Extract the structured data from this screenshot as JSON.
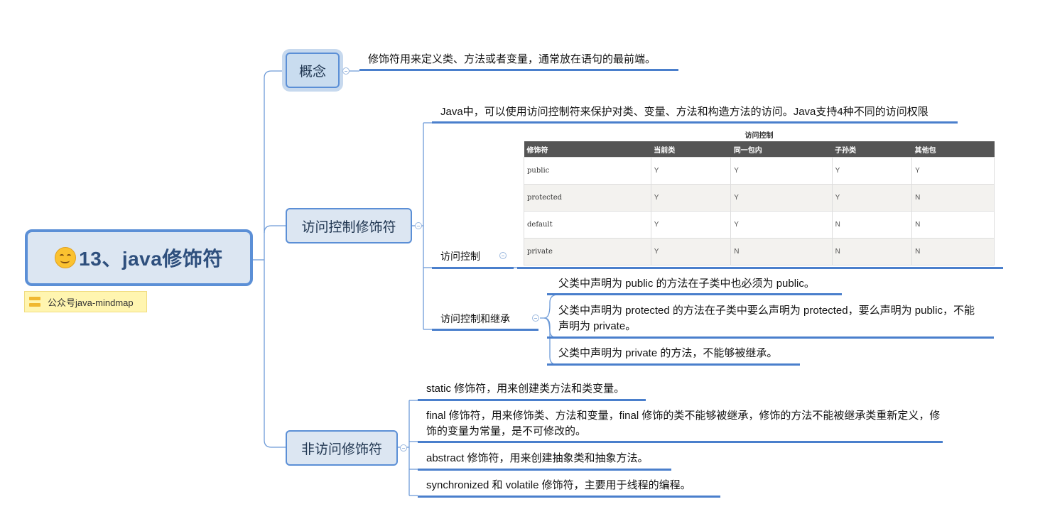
{
  "root": {
    "emoji": "smiley-icon",
    "title": "13、java修饰符",
    "note_label": "公众号java-mindmap"
  },
  "branches": [
    {
      "label": "概念",
      "children": [
        "修饰符用来定义类、方法或者变量，通常放在语句的最前端。"
      ]
    },
    {
      "label": "访问控制修饰符",
      "intro": "Java中，可以使用访问控制符来保护对类、变量、方法和构造方法的访问。Java支持4种不同的访问权限",
      "sub": [
        {
          "label": "访问控制",
          "table": {
            "caption": "访问控制",
            "headers": [
              "修饰符",
              "当前类",
              "同一包内",
              "子孙类",
              "其他包"
            ],
            "rows": [
              [
                "public",
                "Y",
                "Y",
                "Y",
                "Y"
              ],
              [
                "protected",
                "Y",
                "Y",
                "Y",
                "N"
              ],
              [
                "default",
                "Y",
                "Y",
                "N",
                "N"
              ],
              [
                "private",
                "Y",
                "N",
                "N",
                "N"
              ]
            ]
          }
        },
        {
          "label": "访问控制和继承",
          "children": [
            "父类中声明为 public 的方法在子类中也必须为 public。",
            "父类中声明为 protected 的方法在子类中要么声明为 protected，要么声明为 public，不能声明为 private。",
            "父类中声明为 private 的方法，不能够被继承。"
          ]
        }
      ]
    },
    {
      "label": "非访问修饰符",
      "children": [
        "static 修饰符，用来创建类方法和类变量。",
        "final 修饰符，用来修饰类、方法和变量，final 修饰的类不能够被继承，修饰的方法不能被继承类重新定义，修饰的变量为常量，是不可修改的。",
        "abstract 修饰符，用来创建抽象类和抽象方法。",
        "synchronized 和 volatile 修饰符，主要用于线程的编程。"
      ]
    }
  ],
  "colors": {
    "node_fill": "#dce6f2",
    "node_border": "#5b8fd6",
    "line": "#4a7fcc",
    "note_fill": "#fff5b0"
  }
}
